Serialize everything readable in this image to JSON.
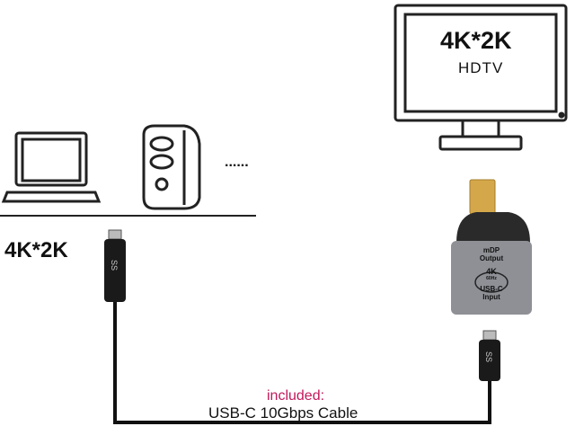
{
  "hdtv": {
    "resolution": "4K*2K",
    "label": "HDTV"
  },
  "source": {
    "resolution": "4K*2K",
    "dots": "......"
  },
  "adapter": {
    "output_label_1": "mDP",
    "output_label_2": "Output",
    "badge": "4K",
    "badge_sub": "60Hz",
    "input_label_1": "USB-C",
    "input_label_2": "Input"
  },
  "cable": {
    "included_label": "included:",
    "name": "USB-C 10Gbps Cable",
    "logo": "SS"
  },
  "colors": {
    "included": "#c2185b",
    "adapter_body": "#8e9096",
    "adapter_cap": "#2a2a2a",
    "connector_gold": "#d4a84a"
  }
}
